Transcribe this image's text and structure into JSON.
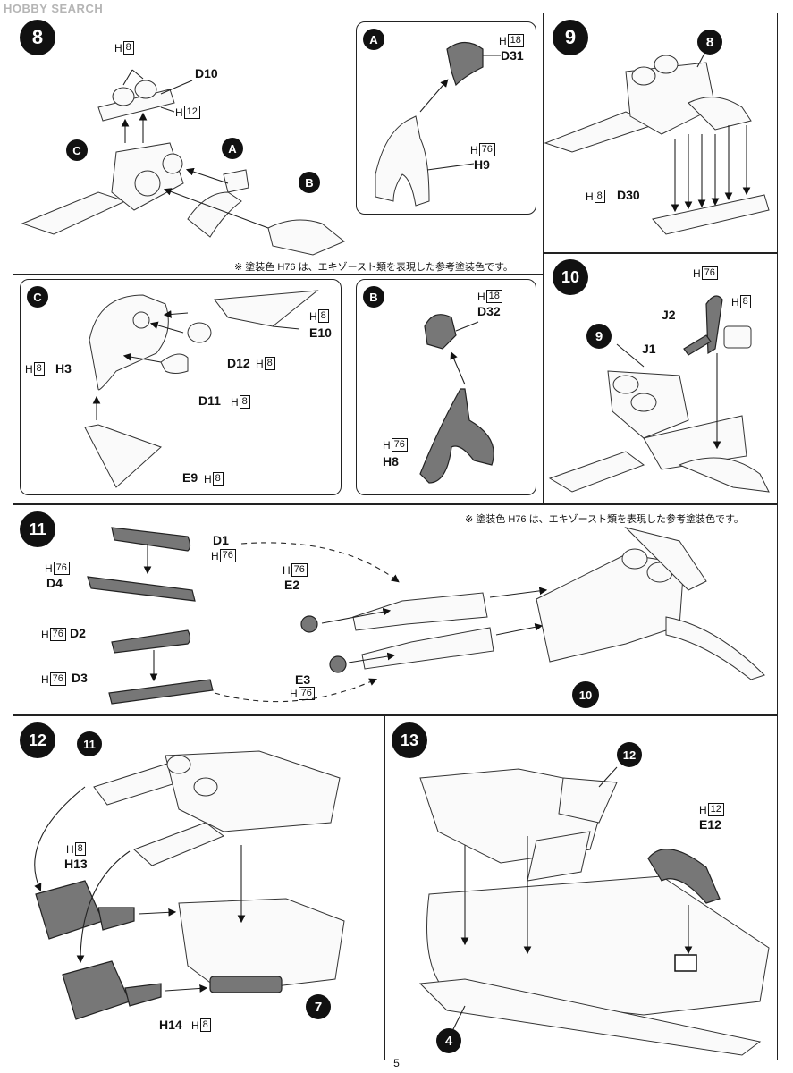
{
  "watermark": "HOBBY SEARCH",
  "page_number": "5",
  "note_exhaust": "※ 塗装色 H76 は、エキゾースト類を表現した参考塗装色です。",
  "steps": {
    "s8": "8",
    "s9": "9",
    "s10": "10",
    "s11": "11",
    "s12": "12",
    "s13": "13"
  },
  "markers": {
    "A": "A",
    "B": "B",
    "C": "C"
  },
  "refs": {
    "r8": "8",
    "r9": "9",
    "r10": "10",
    "r11": "11",
    "r12": "12",
    "r7": "7",
    "r4": "4"
  },
  "parts": {
    "D10": "D10",
    "D31": "D31",
    "H9": "H9",
    "D30": "D30",
    "E10": "E10",
    "H3": "H3",
    "D12": "D12",
    "D11": "D11",
    "E9": "E9",
    "D32": "D32",
    "H8": "H8",
    "J2": "J2",
    "J1": "J1",
    "D1": "D1",
    "D4": "D4",
    "E2": "E2",
    "D2": "D2",
    "D3": "D3",
    "E3": "E3",
    "H13": "H13",
    "H14": "H14",
    "E12": "E12"
  },
  "paint": {
    "prefix": "H",
    "c8": "8",
    "c12": "12",
    "c18": "18",
    "c76": "76"
  }
}
